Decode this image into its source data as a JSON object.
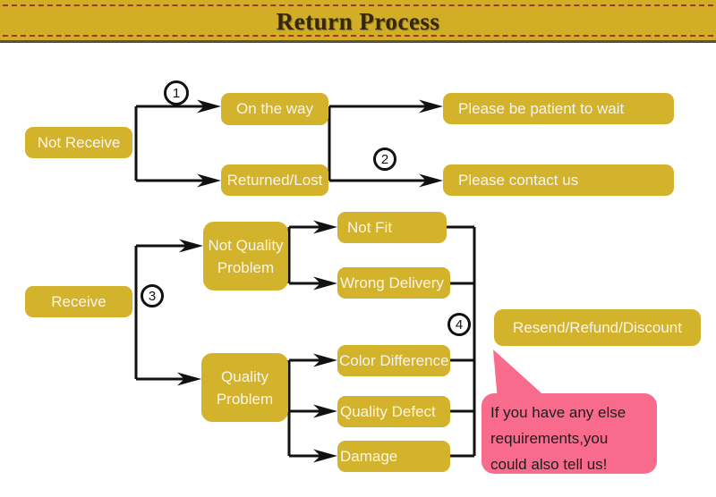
{
  "header": {
    "title": "Return Process"
  },
  "colors": {
    "header_gold": "#d2ae27",
    "dash_red": "#9e3822",
    "title_text": "#35280a",
    "box_gold": "#d3b32b",
    "box_text": "#f8f4e9",
    "line_black": "#111111",
    "bubble_pink": "#f96b8d",
    "bubble_text": "#1d1d1d"
  },
  "steps": [
    {
      "label": "1"
    },
    {
      "label": "2"
    },
    {
      "label": "3"
    },
    {
      "label": "4"
    }
  ],
  "nodes": {
    "not_receive": "Not Receive",
    "on_the_way": "On the way",
    "returned_lost": "Returned/Lost",
    "please_wait": "Please be patient to wait",
    "please_contact": "Please contact us",
    "receive": "Receive",
    "not_quality_problem": "Not Quality Problem",
    "not_fit": "Not Fit",
    "wrong_delivery": "Wrong Delivery",
    "quality_problem": "Quality Problem",
    "color_difference": "Color Difference",
    "quality_defect": "Quality Defect",
    "damage": "Damage",
    "resend": "Resend/Refund/Discount"
  },
  "bubble": {
    "lines": [
      "If you have any else",
      "requirements,you",
      "could also tell us!"
    ]
  },
  "edges": [
    {
      "from": "Not Receive",
      "to": "On the way",
      "step": "1"
    },
    {
      "from": "Not Receive",
      "to": "Returned/Lost",
      "step": ""
    },
    {
      "from": "On the way",
      "to": "Please be patient to wait",
      "step": ""
    },
    {
      "from": "Returned/Lost",
      "to": "Please contact us",
      "step": "2"
    },
    {
      "from": "Receive",
      "to": "Not Quality Problem",
      "step": "3"
    },
    {
      "from": "Receive",
      "to": "Quality Problem",
      "step": ""
    },
    {
      "from": "Not Quality Problem",
      "to": "Not Fit",
      "step": ""
    },
    {
      "from": "Not Quality Problem",
      "to": "Wrong Delivery",
      "step": ""
    },
    {
      "from": "Quality Problem",
      "to": "Color Difference",
      "step": ""
    },
    {
      "from": "Quality Problem",
      "to": "Quality Defect",
      "step": ""
    },
    {
      "from": "Quality Problem",
      "to": "Damage",
      "step": ""
    },
    {
      "from": "Not Fit",
      "to": "Resend/Refund/Discount",
      "step": "4"
    },
    {
      "from": "Wrong Delivery",
      "to": "Resend/Refund/Discount",
      "step": "4"
    },
    {
      "from": "Color Difference",
      "to": "Resend/Refund/Discount",
      "step": "4"
    },
    {
      "from": "Quality Defect",
      "to": "Resend/Refund/Discount",
      "step": "4"
    },
    {
      "from": "Damage",
      "to": "Resend/Refund/Discount",
      "step": "4"
    }
  ]
}
